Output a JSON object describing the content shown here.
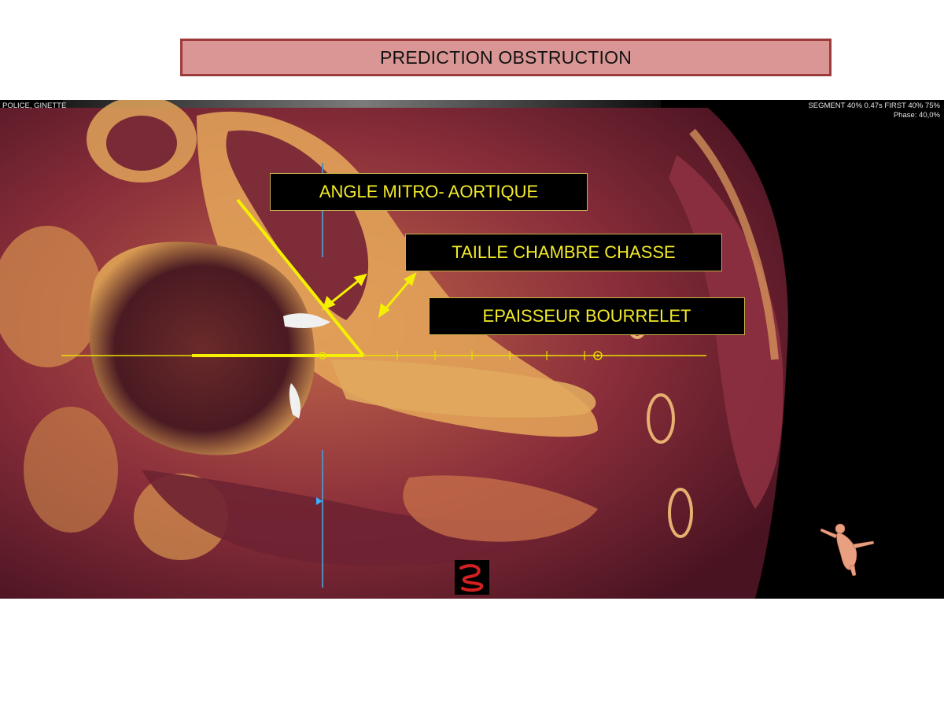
{
  "slide": {
    "title": "PREDICTION OBSTRUCTION"
  },
  "viewer": {
    "patient_name": "POLICE, GINETTE",
    "segment_info": "SEGMENT 40% 0.47s  FIRST 40% 75%",
    "phase": "Phase: 40,0%"
  },
  "annotations": {
    "angle": "ANGLE MITRO- AORTIQUE",
    "taille": "TAILLE CHAMBRE CHASSE",
    "epaisseur": "EPAISSEUR BOURRELET"
  },
  "colors": {
    "title_fill": "#d99694",
    "title_border": "#9c3b3b",
    "annotation_text": "#f2ea2a",
    "measure_line": "#f5f000",
    "tissue_dark": "#5a1626",
    "tissue_mid": "#a8484a",
    "tissue_light": "#e8a95a"
  },
  "icons": {
    "logo": "red-spiral-logo-icon",
    "orientation": "human-figure-orientation-icon"
  }
}
